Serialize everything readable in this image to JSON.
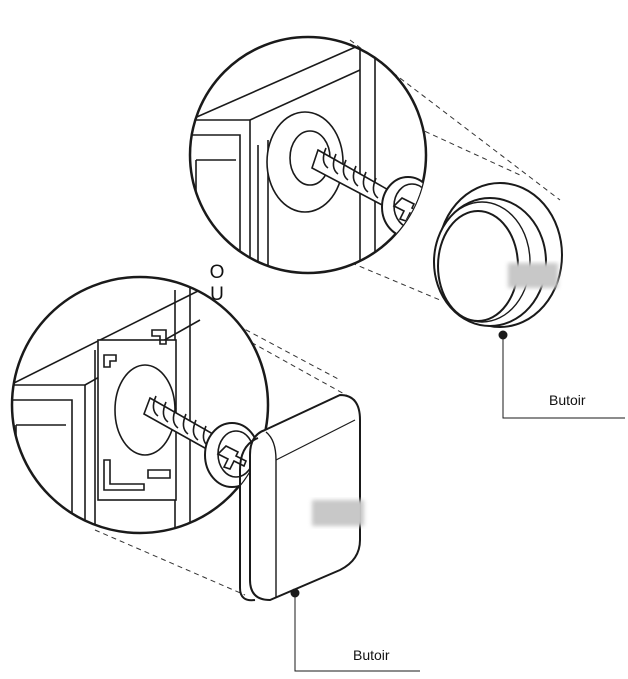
{
  "labels": {
    "or_line1": "O",
    "or_line2": "U",
    "butoir_top": "Butoir",
    "butoir_bottom": "Butoir"
  },
  "colors": {
    "line": "#1a1a1a",
    "blur": "#c8c8c8",
    "background": "#ffffff"
  }
}
